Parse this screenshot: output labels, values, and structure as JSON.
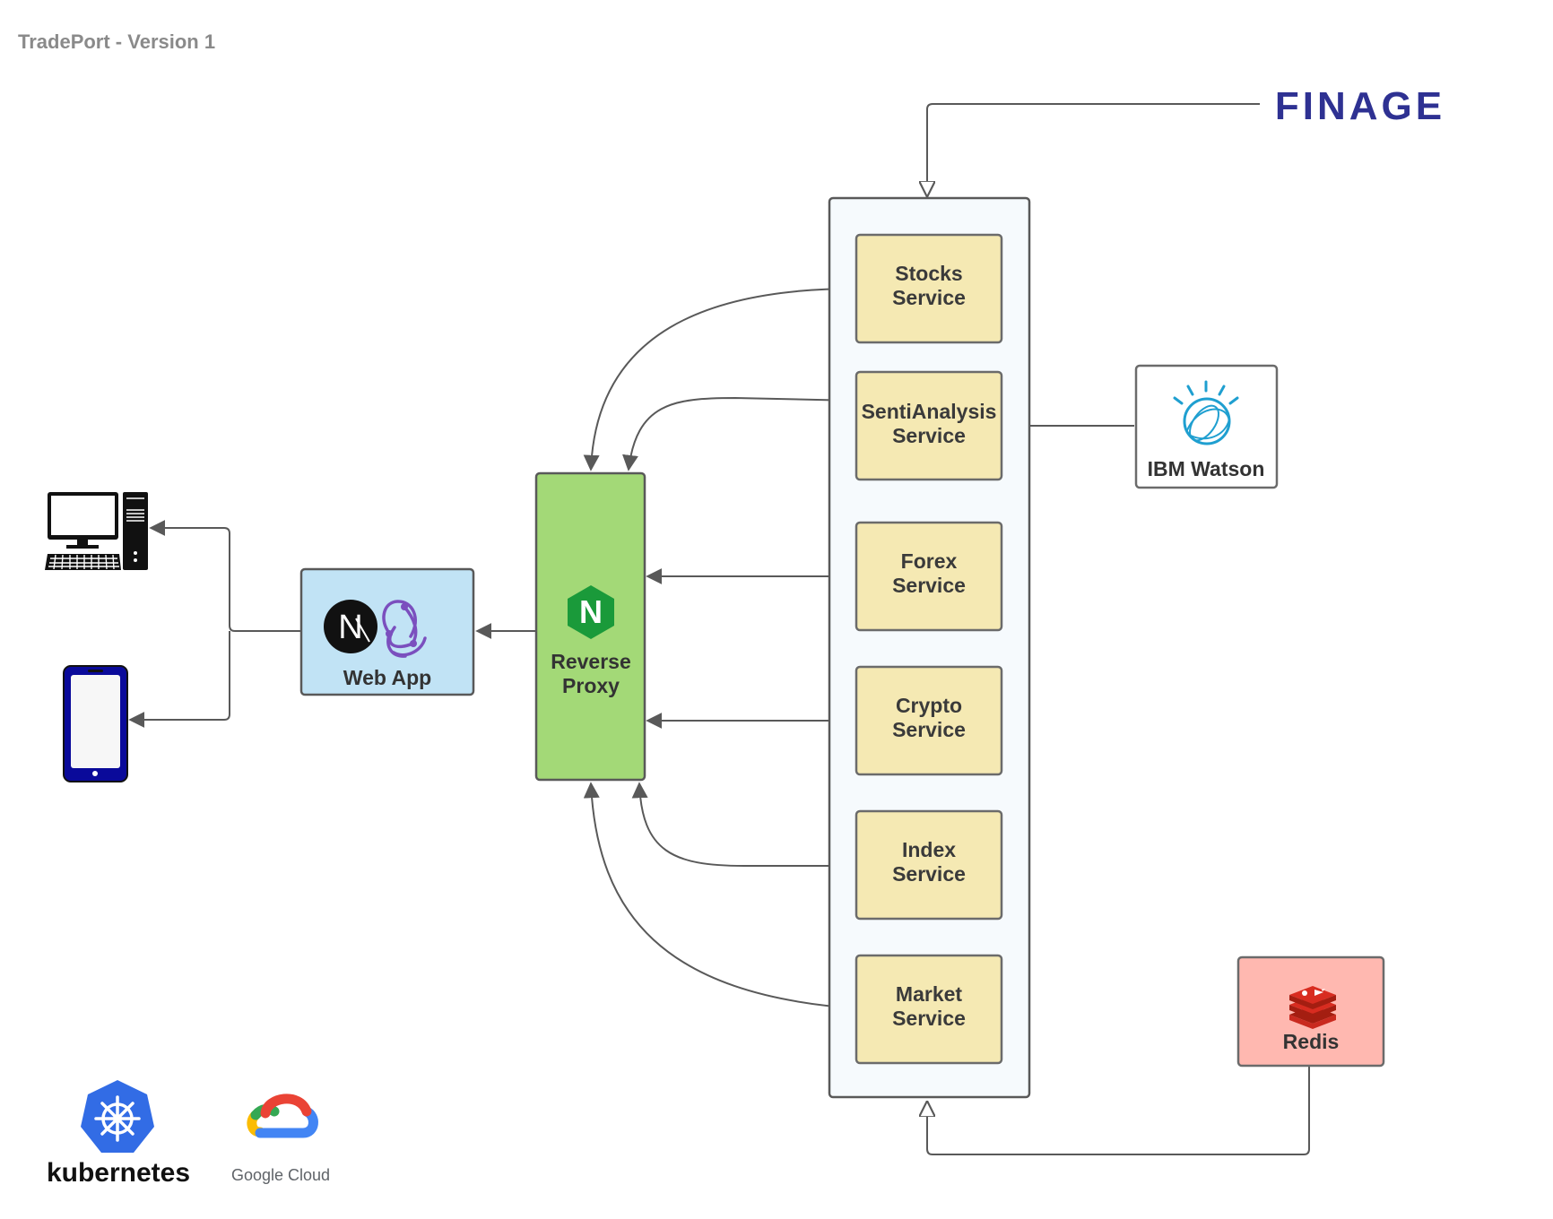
{
  "title": "TradePort - Version 1",
  "external": {
    "finage_label": "FINAGE",
    "watson_label": "IBM Watson",
    "redis_label": "Redis"
  },
  "services": [
    "Stocks",
    "SentiAnalysis",
    "Forex",
    "Crypto",
    "Index",
    "Market"
  ],
  "service_suffix": "Service",
  "proxy": {
    "line1": "Reverse",
    "line2": "Proxy",
    "logo_letter": "N"
  },
  "webapp": {
    "label": "Web App",
    "next_letter": "N"
  },
  "platform": {
    "kubernetes_label": "kubernetes",
    "gcloud_label": "Google Cloud"
  },
  "colors": {
    "service_fill": "#f5e9b3",
    "proxy_fill": "#a3d977",
    "webapp_fill": "#c1e3f5",
    "redis_fill": "#ffb8b0",
    "finage": "#2e3192",
    "edge": "#595959"
  }
}
